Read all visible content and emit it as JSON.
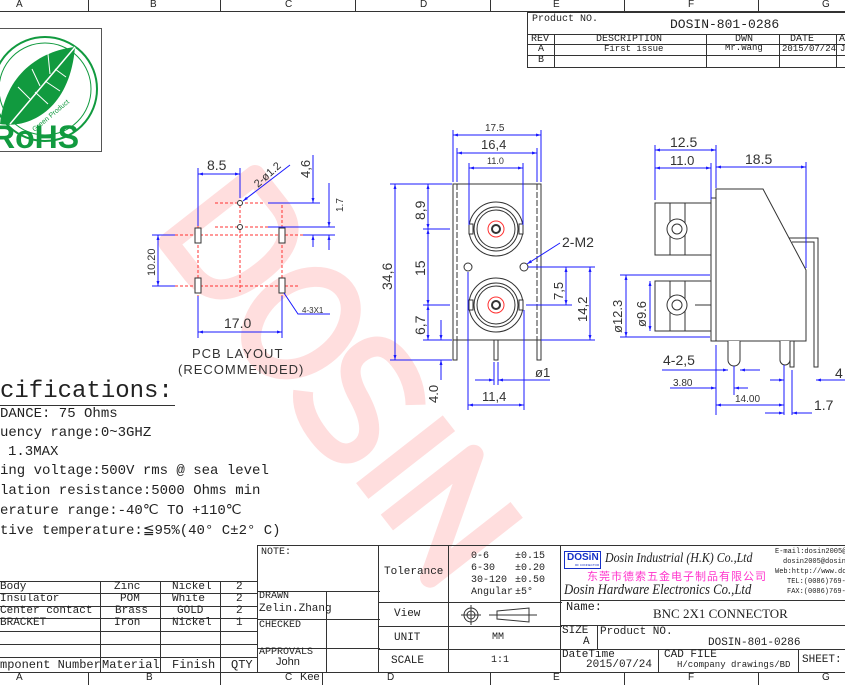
{
  "frame": {
    "top_zones": [
      "A",
      "B",
      "C",
      "D",
      "E",
      "F",
      "G"
    ],
    "bottom_zones": [
      "A",
      "B",
      "C",
      "D",
      "E",
      "F",
      "G"
    ]
  },
  "logo": {
    "text": "RoHS",
    "subtext": "Green Product"
  },
  "revision_block": {
    "product_no_label": "Product NO.",
    "product_no": "DOSIN-801-0286",
    "headers": [
      "REV",
      "DESCRIPTION",
      "DWN",
      "DATE",
      "A"
    ],
    "rows": [
      {
        "rev": "A",
        "description": "First issue",
        "dwn": "Mr.Wang",
        "date": "2015/07/24",
        "extra": "J"
      },
      {
        "rev": "B",
        "description": "",
        "dwn": "",
        "date": "",
        "extra": ""
      }
    ]
  },
  "pcb_layout": {
    "dims": {
      "d1": "8.5",
      "d2": "2-ø1.2",
      "d3": "4,6",
      "d4": "1.7",
      "d5": "10.20",
      "d6": "17.0",
      "d7": "4-3X1"
    },
    "title": "PCB LAYOUT",
    "subtitle": "(RECOMMENDED)"
  },
  "front_view": {
    "dims": {
      "w1": "17.5",
      "w2": "16,4",
      "w3": "11.0",
      "h_total": "34,6",
      "h1": "8,9",
      "h2": "15",
      "h3": "6,7",
      "h4": "4.0",
      "hole": "2-M2",
      "r1": "7,5",
      "r2": "14,2",
      "pin": "ø1",
      "pitch": "11,4"
    }
  },
  "side_view": {
    "dims": {
      "a": "12.5",
      "b": "11.0",
      "c": "18.5",
      "d": "ø12.3",
      "e": "ø9.6",
      "f": "4-2,5",
      "g": "3.80",
      "h": "14.00",
      "i": "1.7",
      "j": "4"
    }
  },
  "watermark": "DOSIN",
  "specifications": {
    "title": "cifications:",
    "lines": [
      "DANCE: 75 Ohms",
      "uency range:0~3GHZ",
      "1.3MAX",
      "ing voltage:500V rms @ sea level",
      "lation resistance:5000 Ohms min",
      "erature range:-40℃ TO +110℃",
      "tive temperature:≦95%(40° C±2° C)"
    ]
  },
  "bom": {
    "rows": [
      {
        "component": "Body",
        "material": "Zinc",
        "finish": "Nickel",
        "qty": "2"
      },
      {
        "component": "Insulator",
        "material": "POM",
        "finish": "White",
        "qty": "2"
      },
      {
        "component": "Center contact",
        "material": "Brass",
        "finish": "GOLD",
        "qty": "2"
      },
      {
        "component": "BRACKET",
        "material": "Iron",
        "finish": "Nickel",
        "qty": "1"
      }
    ],
    "headers": {
      "component": "mponent Number",
      "material": "Material",
      "finish": "Finish",
      "qty": "QTY"
    }
  },
  "notes": {
    "note_label": "NOTE:",
    "drawn_label": "DRAWN",
    "drawn_by": "Zelin.Zhang",
    "checked_label": "CHECKED",
    "approvals_label": "APPROVALS",
    "approver": "John",
    "approver2": "Kee"
  },
  "tolerance": {
    "label": "Tolerance",
    "rows": [
      {
        "range": "0-6",
        "value": "±0.15"
      },
      {
        "range": "6-30",
        "value": "±0.20"
      },
      {
        "range": "30-120",
        "value": "±0.50"
      },
      {
        "range": "Angular",
        "value": "±5°"
      }
    ],
    "view_label": "View",
    "unit_label": "UNIT",
    "unit": "MM",
    "scale_label": "SCALE",
    "scale": "1:1"
  },
  "company": {
    "brand": "DOSiN",
    "brand_sub": "RF CONNECTOR",
    "name_hk": "Dosin Industrial (H.K) Co.,Ltd",
    "name_cn": "东莞市德索五金电子制品有限公司",
    "name_en": "Dosin Hardware Electronics Co.,Ltd",
    "email1": "E-mail:dosin2005@",
    "email2": "dosin2005@dosin",
    "web": "Web:http://www.dos",
    "tel": "TEL:(0086)769-8",
    "fax": "FAX:(0086)769-8"
  },
  "title_block": {
    "name_label": "Name:",
    "name": "BNC 2X1 CONNECTOR",
    "size_label": "SIZE",
    "size": "A",
    "product_no_label": "Product NO.",
    "product_no": "DOSIN-801-0286",
    "date_label": "DateTime",
    "date": "2015/07/24",
    "cad_label": "CAD FILE",
    "cad_file": "H/company drawings/BD",
    "sheet_label": "SHEET:"
  },
  "colors": {
    "dimension": "#1a1aff",
    "centerline": "#ff3333",
    "logo_green": "#119a3f",
    "watermark": "#ffd6d6",
    "brand_blue": "#1530c8",
    "chinese_magenta": "#ff33cc"
  }
}
